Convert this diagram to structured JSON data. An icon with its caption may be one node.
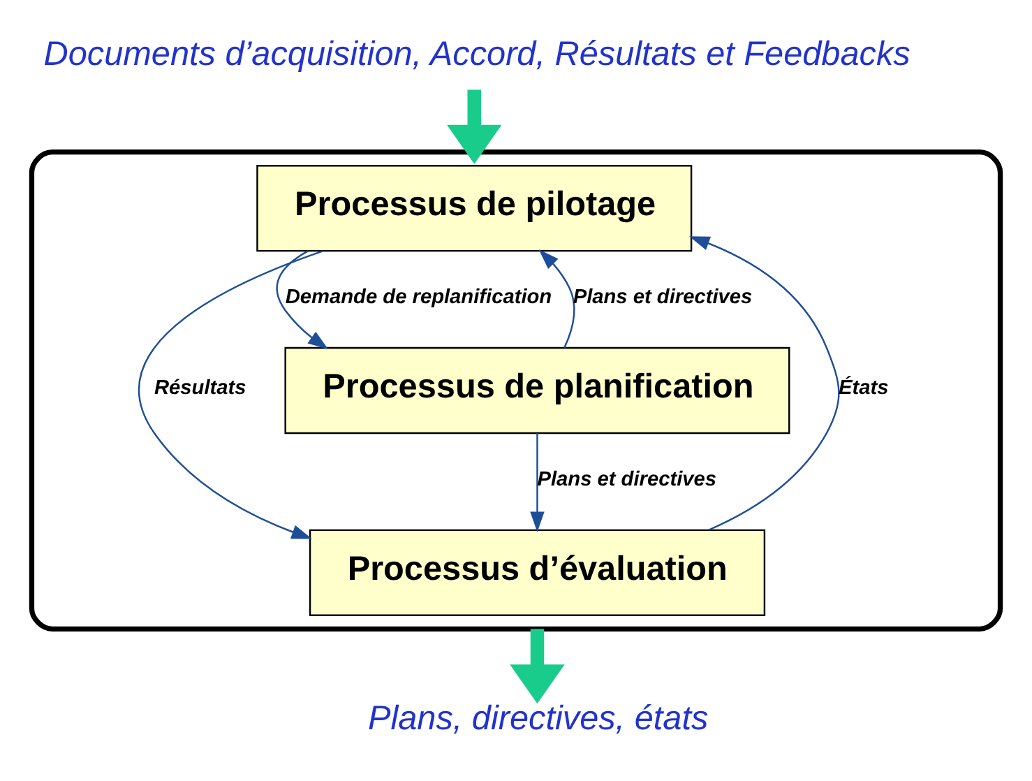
{
  "diagram": {
    "nodes": [
      {
        "text": [
          "Documents d’acquisition, Accord, Résultats et Feedbacks"
        ]
      },
      {
        "text": [],
        "shape": "box"
      },
      {
        "text": [
          "Processus de pilotage"
        ],
        "in": 1
      },
      {
        "text": [
          "Processus de planification"
        ],
        "in": 1
      },
      {
        "text": [
          "Processus d’évaluation"
        ],
        "in": 1
      },
      {
        "text": [
          "Plans, directives, états"
        ]
      }
    ],
    "edges": [
      {
        "from": 0,
        "to": 1,
        "arrow": "to",
        "style": "thick",
        "color": "#19cc8c"
      },
      {
        "from": 3,
        "to": 2,
        "arrow": "to",
        "label": "Plans et directives"
      },
      {
        "from": 3,
        "to": 4,
        "arrow": "to",
        "label": "Plans et directives"
      },
      {
        "from": 2,
        "to": 3,
        "arrow": "to",
        "label": "Demande de replanification"
      },
      {
        "from": 4,
        "to": 2,
        "arrow": "to",
        "label": "États"
      },
      {
        "from": 2,
        "to": 4,
        "arrow": "to",
        "label": "Résultats"
      },
      {
        "from": 1,
        "to": 5,
        "arrow": "to",
        "style": "thick",
        "color": "#19cc8c"
      }
    ]
  }
}
